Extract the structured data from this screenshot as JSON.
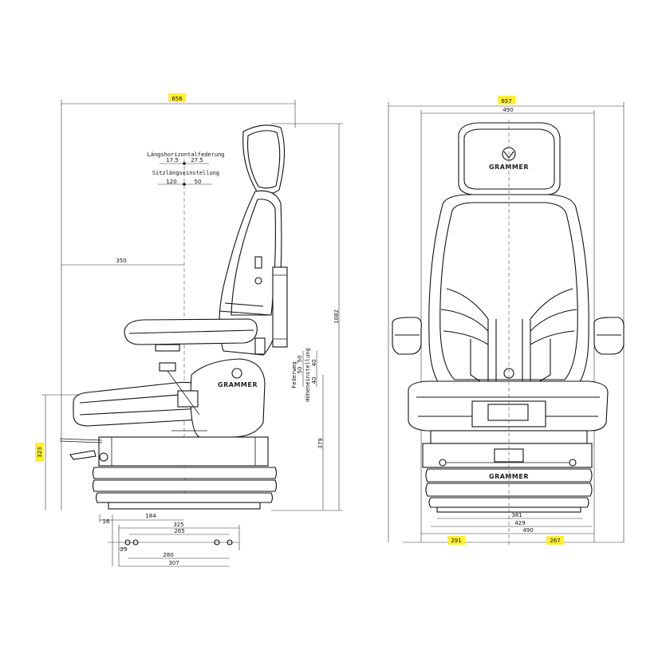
{
  "side_view": {
    "overall_width": "656",
    "horizontal_suspension_label": "Längshorizontalfederung",
    "horizontal_suspension_values": [
      "17.5",
      "27.5"
    ],
    "fore_aft_label": "Sitzlängseinstellung",
    "fore_aft_values": [
      "120",
      "50"
    ],
    "depth_350": "350",
    "total_height": "1082",
    "suspension_travel_label": "Federweg",
    "suspension_travel_values": [
      "50",
      "50"
    ],
    "height_adjust_label": "Höheneinstellung",
    "height_adjust_values": [
      "40",
      "40"
    ],
    "base_height": "379",
    "left_height": "323",
    "dim_16": "16",
    "dim_184": "184",
    "dim_325": "325",
    "dim_265": "265",
    "dim_25": "25",
    "dim_280": "280",
    "dim_307": "307",
    "brand": "GRAMMER"
  },
  "front_view": {
    "overall_width": "657",
    "backrest_width": "490",
    "dim_381": "381",
    "dim_429": "429",
    "dim_490_bottom": "490",
    "left_offset": "291",
    "right_offset": "267",
    "brand": "GRAMMER"
  },
  "colors": {
    "highlight": "#ffee33",
    "line": "#1a1a1a"
  }
}
